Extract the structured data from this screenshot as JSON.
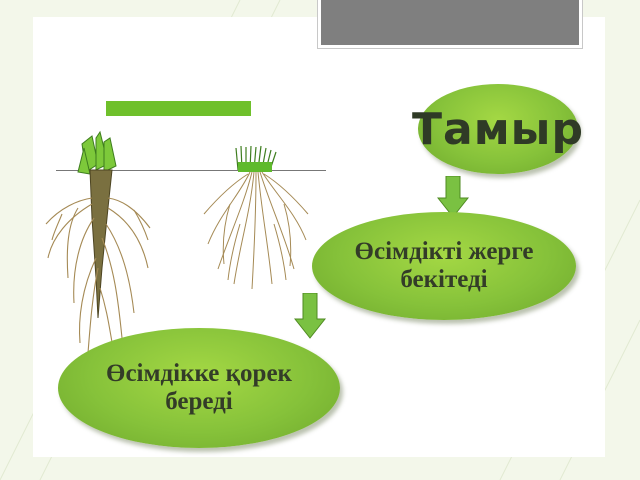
{
  "diagram": {
    "title": "Тамыр",
    "function_1": "Өсімдікті жерге\nбекітеді",
    "function_2": "Өсімдікке қорек\nбереді",
    "blank_label": ""
  },
  "colors": {
    "accent_green": "#6fc02b",
    "ellipse_green": "#86c23a",
    "arrow_green": "#7ac142",
    "root_brown": "#a58a55",
    "title_box_gray": "#7f7f7f"
  },
  "icons": [
    "taproot-plant-icon",
    "fibrous-root-plant-icon",
    "down-arrow-icon"
  ]
}
